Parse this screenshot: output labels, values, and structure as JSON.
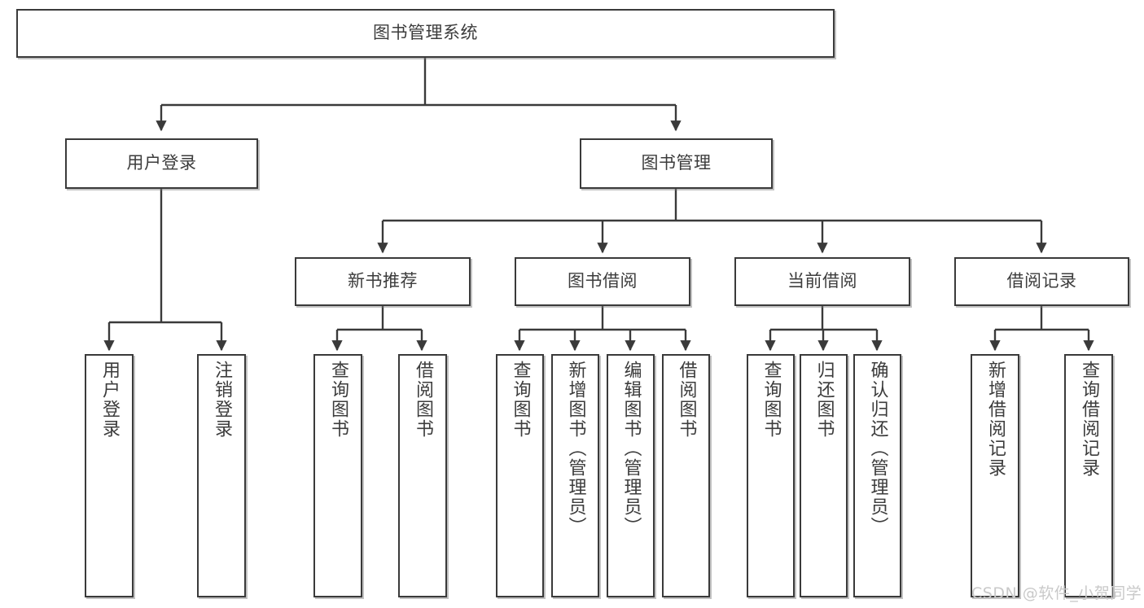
{
  "diagram": {
    "type": "tree-hierarchy",
    "title": "图书管理系统",
    "root": {
      "id": "root",
      "label": "图书管理系统"
    },
    "level2": [
      {
        "id": "user-login",
        "label": "用户登录"
      },
      {
        "id": "book-manage",
        "label": "图书管理"
      }
    ],
    "level3": [
      {
        "id": "new-book-recommend",
        "label": "新书推荐"
      },
      {
        "id": "book-borrow",
        "label": "图书借阅"
      },
      {
        "id": "current-borrow",
        "label": "当前借阅"
      },
      {
        "id": "borrow-record",
        "label": "借阅记录"
      }
    ],
    "leaves": {
      "user_login": [
        {
          "id": "leaf-user-login",
          "label": "用户登录"
        },
        {
          "id": "leaf-logout-login",
          "label": "注销登录"
        }
      ],
      "new_book_recommend": [
        {
          "id": "leaf-query-book-1",
          "label": "查询图书"
        },
        {
          "id": "leaf-borrow-book-1",
          "label": "借阅图书"
        }
      ],
      "book_borrow": [
        {
          "id": "leaf-query-book-2",
          "label": "查询图书"
        },
        {
          "id": "leaf-add-book",
          "label": "新增图书（管理员）"
        },
        {
          "id": "leaf-edit-book",
          "label": "编辑图书（管理员）"
        },
        {
          "id": "leaf-borrow-book-2",
          "label": "借阅图书"
        }
      ],
      "current_borrow": [
        {
          "id": "leaf-query-book-3",
          "label": "查询图书"
        },
        {
          "id": "leaf-return-book",
          "label": "归还图书"
        },
        {
          "id": "leaf-confirm-return",
          "label": "确认归还（管理员）"
        }
      ],
      "borrow_record": [
        {
          "id": "leaf-add-record",
          "label": "新增借阅记录"
        },
        {
          "id": "leaf-query-record",
          "label": "查询借阅记录"
        }
      ]
    },
    "colors": {
      "stroke": "#3a3a3a",
      "fill": "#ffffff",
      "text": "#3c3c3c",
      "watermark": "#c9c9c9"
    }
  },
  "watermark": {
    "text": "CSDN @软件_小贺同学"
  }
}
